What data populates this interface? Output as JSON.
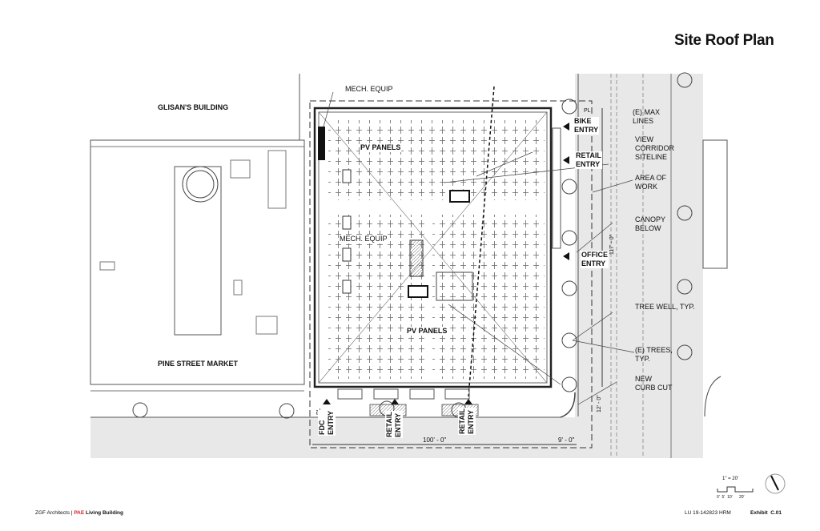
{
  "title": "Site Roof Plan",
  "labels": {
    "glisans": "GLISAN'S BUILDING",
    "pine": "PINE STREET MARKET",
    "mech_top": "MECH. EQUIP",
    "mech_mid": "MECH. EQUIP",
    "pv_top": "PV PANELS",
    "pv_bottom": "PV PANELS",
    "bike_entry": [
      "BIKE",
      "ENTRY"
    ],
    "retail_entry_right": [
      "RETAIL",
      "ENTRY"
    ],
    "office_entry": [
      "OFFICE",
      "ENTRY"
    ],
    "pl_top": "PL",
    "pl_bottom": "PL",
    "max_lines": [
      "(E) MAX",
      "LINES"
    ],
    "view_corridor": [
      "VIEW",
      "CORRIDOR",
      "SITELINE"
    ],
    "area_of_work": [
      "AREA OF",
      "WORK"
    ],
    "canopy": [
      "CANOPY",
      "BELOW"
    ],
    "tree_well": "TREE WELL, TYP.",
    "trees": [
      "(E) TREES,",
      "TYP."
    ],
    "curb_cut": [
      "NEW",
      "CURB CUT"
    ],
    "fdc_entry": [
      "FDC",
      "ENTRY"
    ],
    "retail_entry_1": [
      "RETAIL",
      "ENTRY"
    ],
    "retail_entry_2": [
      "RETAIL",
      "ENTRY"
    ],
    "dim_width": "100' - 0\"",
    "dim_setback": "9' - 0\"",
    "dim_length": "117' - 0\"",
    "dim_curb": "12' - 0\""
  },
  "scale": {
    "ratio": "1\" = 20'",
    "ticks": [
      "0'",
      "5'",
      "10'",
      "20'"
    ]
  },
  "footer": {
    "firm": "ZGF Architects",
    "separator": "|",
    "pae": "PAE",
    "living": "Living Building",
    "project": "LU 19-142823 HRM",
    "exhibit_label": "Exhibit",
    "exhibit_num": "C.01"
  },
  "colors": {
    "accent": "#d6202a",
    "street": "#e8e8e8"
  }
}
